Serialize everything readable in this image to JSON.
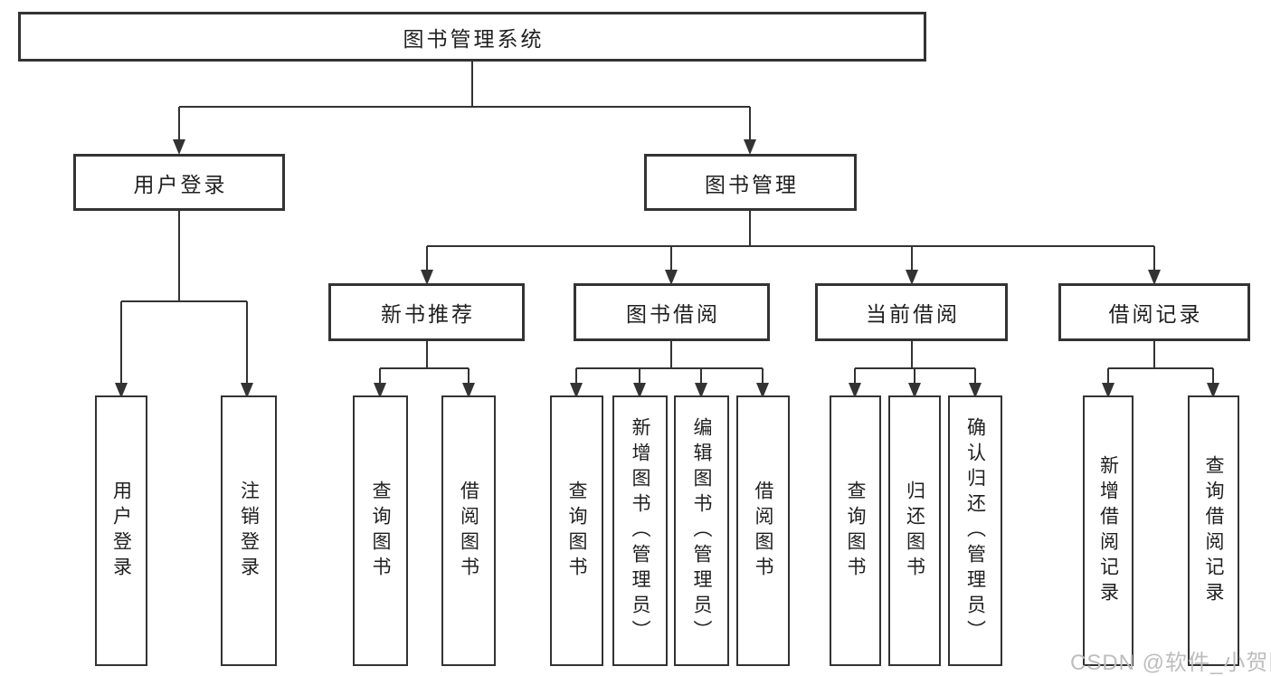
{
  "diagram": {
    "tree": {
      "root": "图书管理系统",
      "children": [
        {
          "label": "用户登录",
          "children": [
            "用户登录",
            "注销登录"
          ]
        },
        {
          "label": "图书管理",
          "children": [
            {
              "label": "新书推荐",
              "children": [
                "查询图书",
                "借阅图书"
              ]
            },
            {
              "label": "图书借阅",
              "children": [
                "查询图书",
                "新增图书（管理员）",
                "编辑图书（管理员）",
                "借阅图书"
              ]
            },
            {
              "label": "当前借阅",
              "children": [
                "查询图书",
                "归还图书",
                "确认归还（管理员）"
              ]
            },
            {
              "label": "借阅记录",
              "children": [
                "新增借阅记录",
                "查询借阅记录"
              ]
            }
          ]
        }
      ]
    },
    "watermark": "CSDN @软件_小贺同学",
    "colors": {
      "line": "#333333",
      "text": "#1f1f1f",
      "box_bg": "#ffffff",
      "watermark": "#bdbdbd"
    }
  }
}
